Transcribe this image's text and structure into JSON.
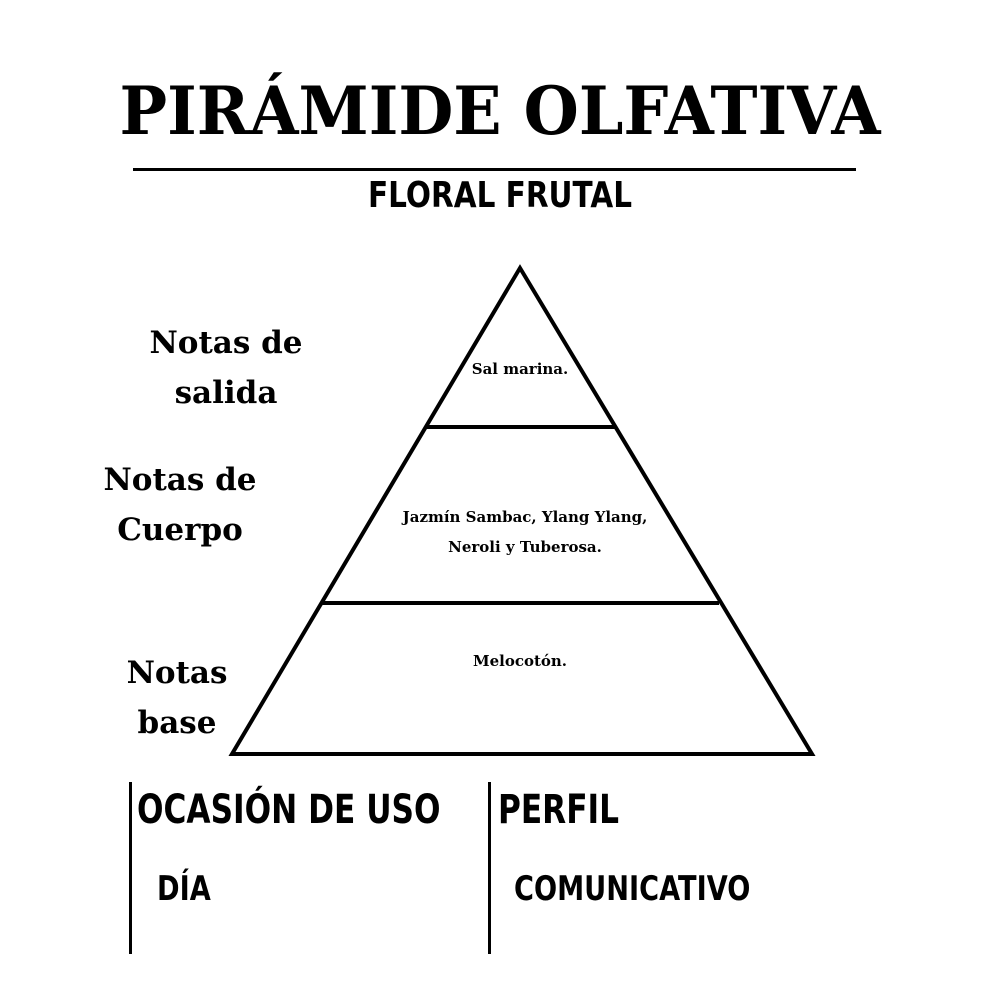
{
  "header": {
    "title": "PIRÁMIDE OLFATIVA",
    "subtitle": "FLORAL FRUTAL"
  },
  "pyramid": {
    "levels": [
      {
        "label": "Notas de salida",
        "notes": "Sal marina."
      },
      {
        "label": "Notas de\nCuerpo",
        "notes": "Jazmín Sambac, Ylang Ylang,\nNeroli y Tuberosa."
      },
      {
        "label": "Notas base",
        "notes": "Melocotón."
      }
    ]
  },
  "info": {
    "occasion": {
      "heading": "OCASIÓN DE USO",
      "value": "DÍA"
    },
    "profile": {
      "heading": "PERFIL",
      "value": "COMUNICATIVO"
    }
  },
  "colors": {
    "ink": "#000000",
    "background": "#ffffff"
  }
}
